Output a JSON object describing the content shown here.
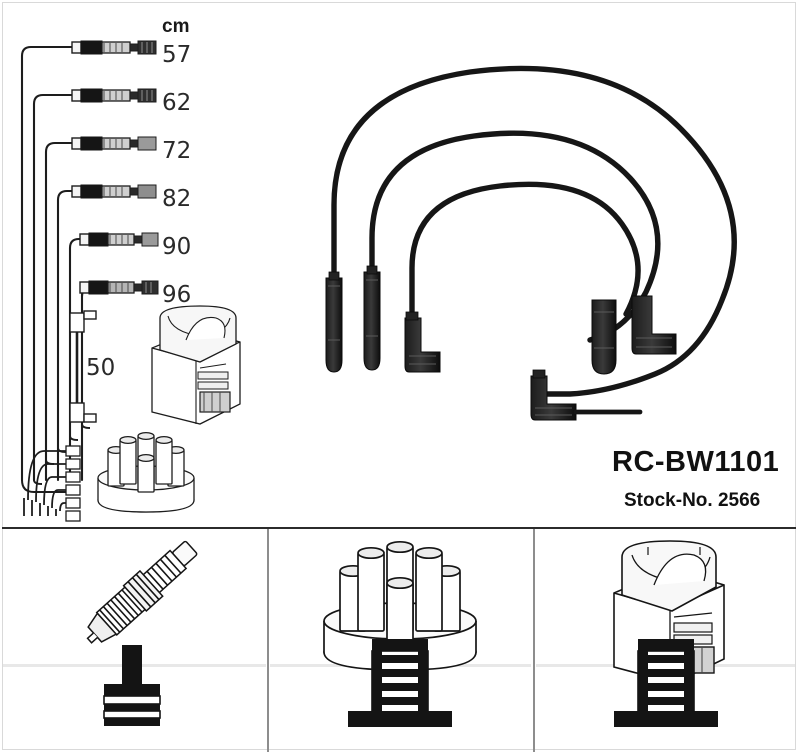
{
  "product": {
    "part_number": "RC-BW1101",
    "stock_label": "Stock-No. 2566"
  },
  "measurements": {
    "unit": "cm",
    "cable_lengths": [
      57,
      62,
      72,
      82,
      90,
      96
    ],
    "extra_cable_length": 50
  },
  "diagram": {
    "main_set_name": "ignition-cable-set",
    "cable_count": 3,
    "boot_types": [
      "straight",
      "straight",
      "right-angle",
      "straight",
      "right-angle",
      "right-angle"
    ]
  },
  "left_panel": {
    "items": [
      {
        "name": "cable-57",
        "length": 57
      },
      {
        "name": "cable-62",
        "length": 62
      },
      {
        "name": "cable-72",
        "length": 72
      },
      {
        "name": "cable-82",
        "length": 82
      },
      {
        "name": "cable-90",
        "length": 90
      },
      {
        "name": "cable-96",
        "length": 96
      },
      {
        "name": "cable-50",
        "length": 50
      }
    ],
    "components": [
      "ignition-coil",
      "distributor-cap"
    ]
  },
  "bottom_panels": [
    {
      "name": "spark-plug-panel",
      "product_icon": "spark-plug-icon",
      "terminal_icon": "spark-plug-terminal-icon"
    },
    {
      "name": "distributor-cap-panel",
      "product_icon": "distributor-cap-icon",
      "terminal_icon": "distributor-terminal-icon"
    },
    {
      "name": "ignition-coil-panel",
      "product_icon": "ignition-coil-icon",
      "terminal_icon": "coil-terminal-icon"
    }
  ],
  "colors": {
    "ink": "#1a1a1a",
    "outline": "#2b2b2b",
    "divider": "#8d8d8d",
    "faint_divider": "#e8e8e8",
    "background": "#ffffff"
  }
}
